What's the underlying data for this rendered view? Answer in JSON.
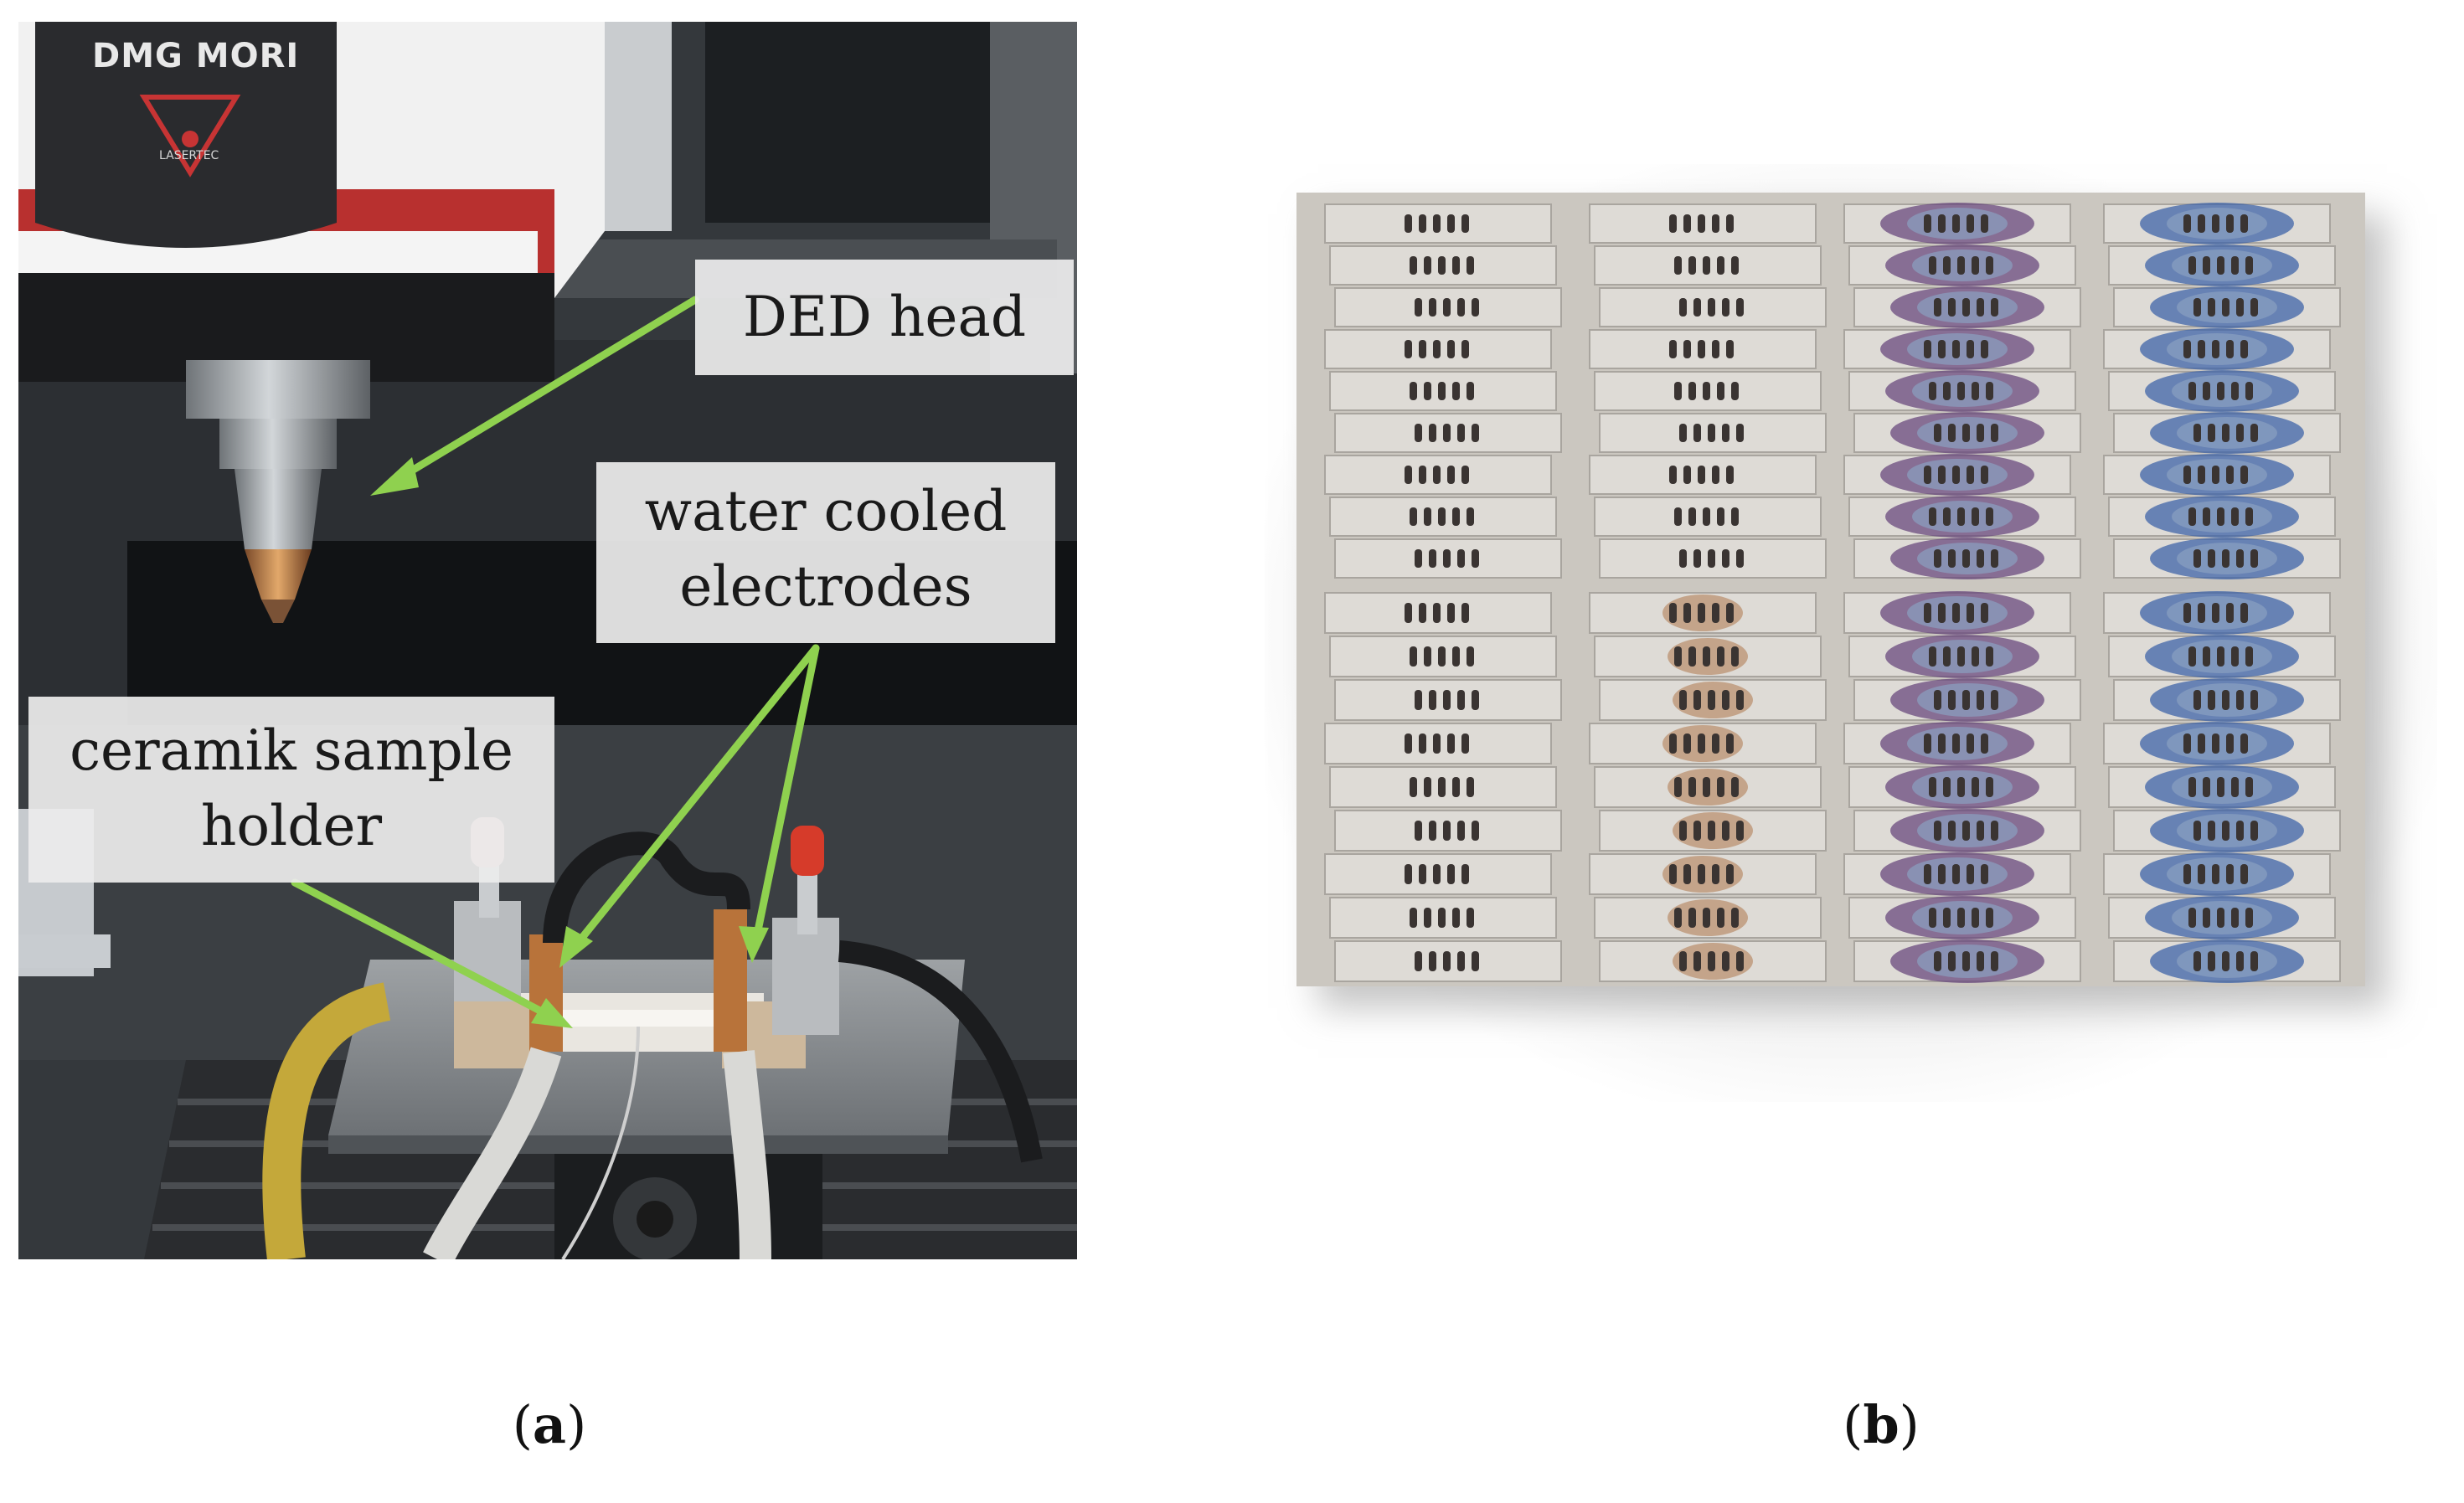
{
  "panel_a": {
    "caption_open": "(",
    "caption_letter": "a",
    "caption_close": ")",
    "brand": "DMG MORI",
    "brand_sub": "LASERTEC",
    "labels": {
      "ded_head": "DED head",
      "water_cooled_electrodes": "water cooled\nelectrodes",
      "ceramic_sample_holder": "ceramik sample\nholder"
    },
    "arrow_color": "#8fd14f"
  },
  "panel_b": {
    "caption_open": "(",
    "caption_letter": "b",
    "caption_close": ")"
  }
}
